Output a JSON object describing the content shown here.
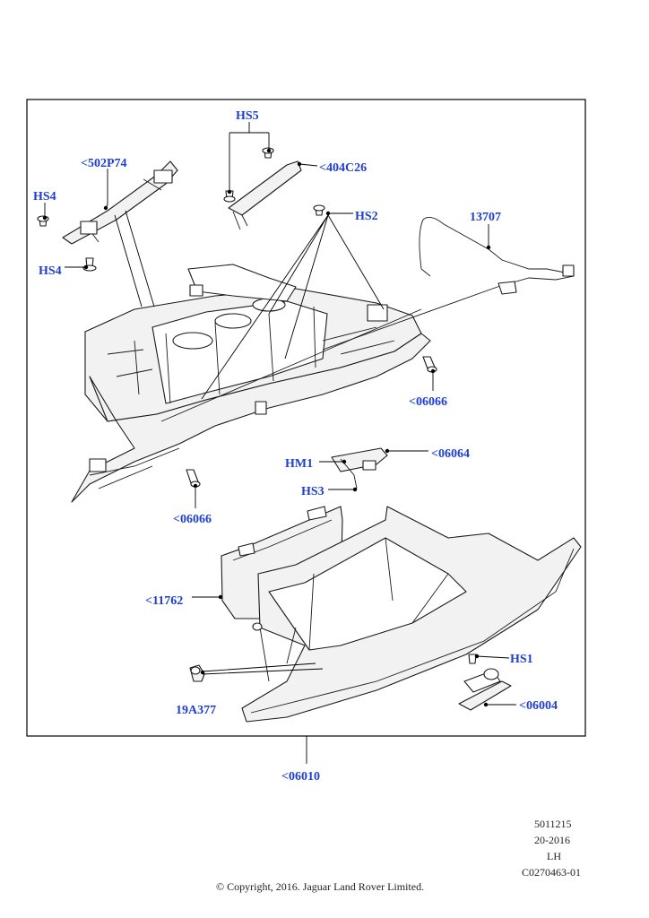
{
  "labels": {
    "hs5": "HS5",
    "p502p74": "<502P74",
    "p404c26": "<404C26",
    "hs4_top": "HS4",
    "hs2": "HS2",
    "p13707": "13707",
    "hs4_bottom": "HS4",
    "p06066_right": "<06066",
    "hm1": "HM1",
    "p06064": "<06064",
    "hs3": "HS3",
    "p06066_left": "<06066",
    "p11762": "<11762",
    "hs1": "HS1",
    "p19a377": "19A377",
    "p06004": "<06004",
    "p06010": "<06010"
  },
  "meta": {
    "code1": "5011215",
    "code2": "20-2016",
    "side": "LH",
    "illustration_id": "C0270463-01"
  },
  "copyright": "© Copyright, 2016. Jaguar Land Rover Limited."
}
